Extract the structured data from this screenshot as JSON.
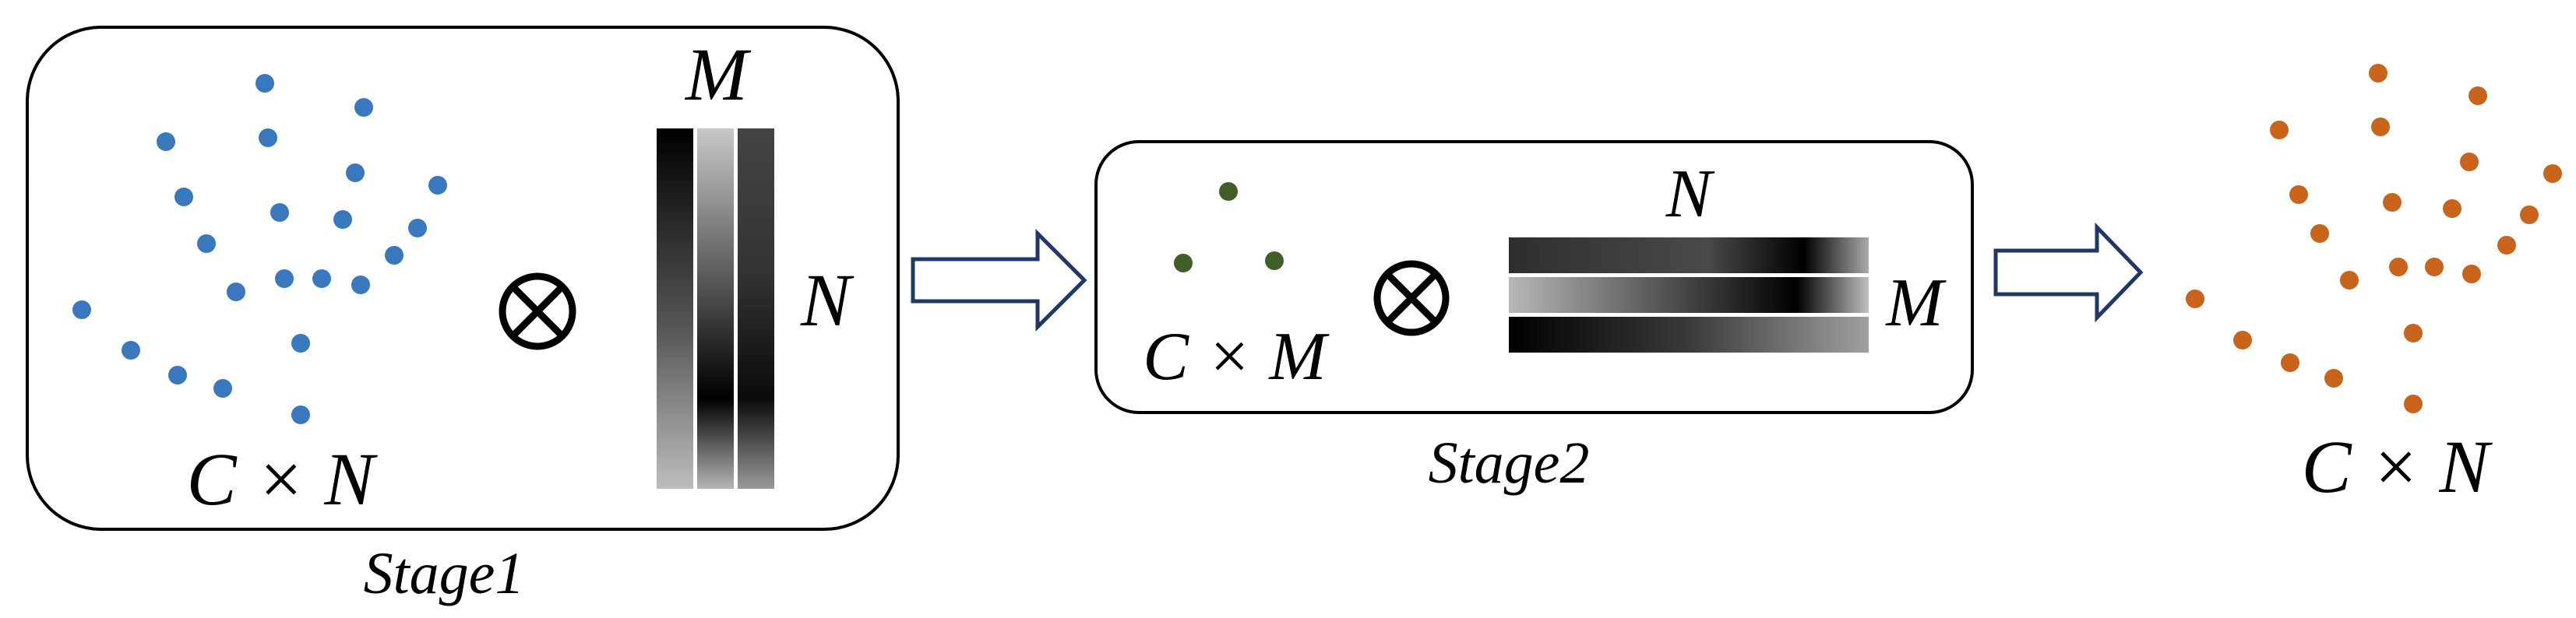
{
  "stage1": {
    "caption": "Stage1",
    "points_label": "C × N",
    "operator": "⊗",
    "matrix_top_label": "M",
    "matrix_side_label": "N",
    "point_color": "#3a78bd"
  },
  "stage2": {
    "caption": "Stage2",
    "points_label": "C × M",
    "operator": "⊗",
    "matrix_top_label": "N",
    "matrix_side_label": "M",
    "point_color": "#3f5e29"
  },
  "output": {
    "points_label": "C × N",
    "point_color": "#c8641c"
  },
  "arrow_color": "#1f3864"
}
